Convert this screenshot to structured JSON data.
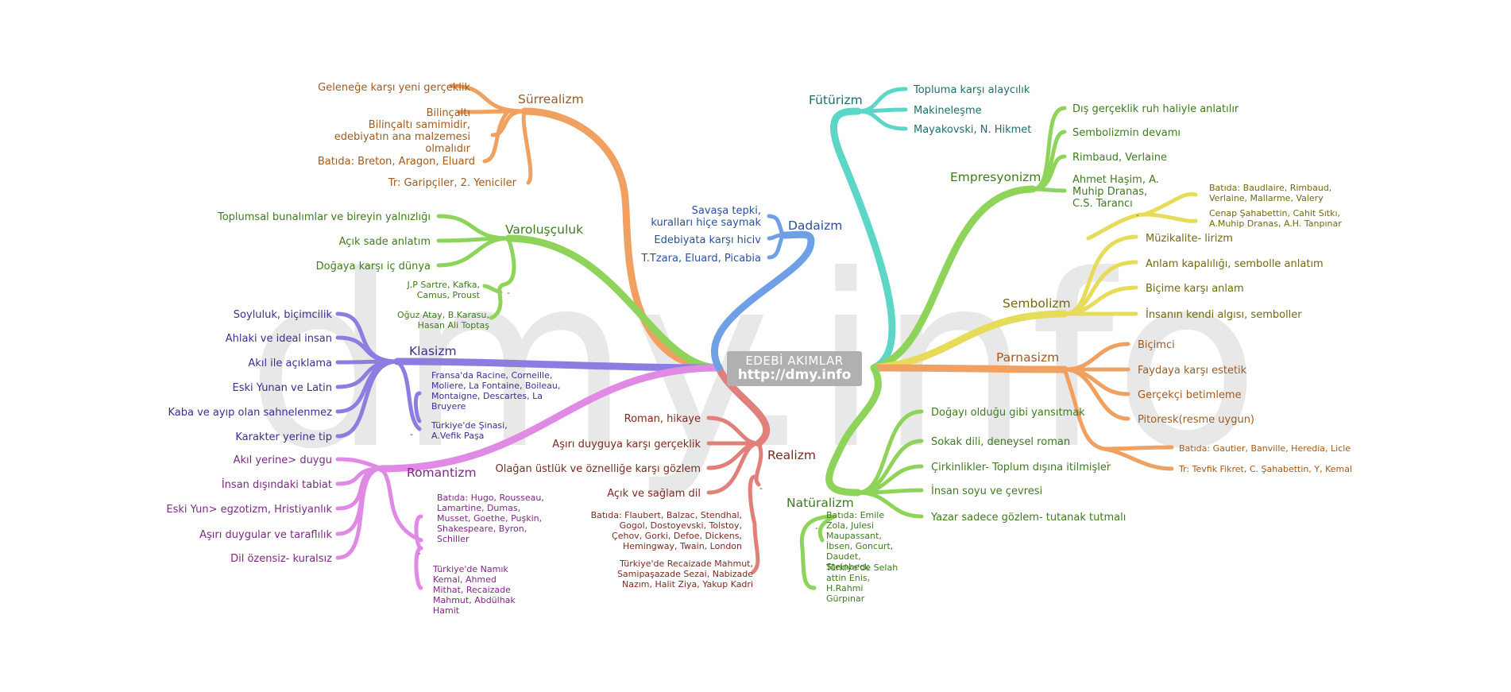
{
  "watermark": "dmy.info",
  "center": {
    "title": "EDEBİ AKIMLAR",
    "url": "http://dmy.info"
  },
  "colors": {
    "surrealizm": "#f0a060",
    "varolusculuk": "#8fd45a",
    "klasizm": "#8c7ee0",
    "romantizm": "#e08ae6",
    "realizm": "#e0807a",
    "dadaizm": "#6fa0e6",
    "futurizm": "#5cd6c6",
    "empresyonizm": "#8fd45a",
    "sembolizm": "#e6dc5a",
    "parnasizm": "#f0a060",
    "naturalizm": "#8fd45a"
  },
  "branches": {
    "surrealizm": {
      "label": "Sürrealizm",
      "items": [
        "Geleneğe karşı yeni gerçeklik",
        "Bilinçaltı",
        "Bilinçaltı samimidir,",
        "edebiyatın ana malzemesi",
        "olmalıdır",
        "Batıda: Breton, Aragon, Eluard",
        "Tr: Garipçiler, 2. Yeniciler"
      ]
    },
    "varolusculuk": {
      "label": "Varoluşçuluk",
      "items": [
        "Toplumsal bunalımlar ve bireyin yalnızlığı",
        "Açık sade anlatım",
        "Doğaya karşı iç dünya"
      ],
      "sub": [
        "J.P Sartre, Kafka,",
        "Camus, Proust",
        "Oğuz Atay, B.Karasu,",
        "Hasan Ali Toptaş"
      ],
      "dash": "-"
    },
    "klasizm": {
      "label": "Klasizm",
      "items": [
        "Soyluluk, biçimcilik",
        "Ahlaki ve ideal insan",
        "Akıl ile açıklama",
        "Eski Yunan ve Latin",
        "Kaba ve ayıp olan sahnelenmez",
        "Karakter yerine tip"
      ],
      "sub": [
        "Fransa'da Racine, Corneille,",
        "Moliere, La Fontaine, Boileau,",
        "Montaigne, Descartes, La",
        "Bruyere",
        "Türkiye'de Şinasi,",
        "A.Vefik Paşa"
      ],
      "dash": "-"
    },
    "romantizm": {
      "label": "Romantizm",
      "items": [
        "Akıl yerine> duygu",
        "İnsan dışındaki tabiat",
        "Eski Yun> egzotizm, Hristiyanlık",
        "Aşırı duygular ve taraflılık",
        "Dil özensiz- kuralsız"
      ],
      "sub": [
        "Batıda: Hugo, Rousseau,",
        "Lamartine, Dumas,",
        "Musset, Goethe, Puşkin,",
        "Shakespeare, Byron,",
        "Schiller",
        "Türkiye'de Namık",
        "Kemal, Ahmed",
        "Mithat, Recaizade",
        "Mahmut, Abdülhak",
        "Hamit"
      ],
      "dash": "-"
    },
    "realizm": {
      "label": "Realizm",
      "items": [
        "Roman, hikaye",
        "Aşırı duyguya karşı gerçeklik",
        "Olağan üstlük ve öznelliğe karşı gözlem",
        "Açık ve sağlam dil"
      ],
      "sub": [
        "Batıda: Flaubert, Balzac, Stendhal,",
        "Gogol, Dostoyevski, Tolstoy,",
        "Çehov, Gorki, Defoe, Dickens,",
        "Hemingway, Twain, London",
        "Türkiye'de Recaizade Mahmut,",
        "Samipaşazade Sezai, Nabizade",
        "Nazım, Halit Ziya, Yakup Kadri"
      ],
      "dash": "-"
    },
    "dadaizm": {
      "label": "Dadaizm",
      "items": [
        "Savaşa tepki,",
        "kuralları hiçe saymak",
        "Edebiyata karşı hiciv",
        "T.Tzara, Eluard, Picabia"
      ]
    },
    "futurizm": {
      "label": "Fütürizm",
      "items": [
        "Topluma karşı alaycılık",
        "Makineleşme",
        "Mayakovski, N. Hikmet"
      ]
    },
    "empresyonizm": {
      "label": "Empresyonizm",
      "items": [
        "Dış gerçeklik ruh haliyle anlatılır",
        "Sembolizmin devamı",
        "Rimbaud, Verlaine",
        "Ahmet Haşim, A.",
        "Muhip Dranas,",
        "C.S. Tarancı"
      ]
    },
    "sembolizm": {
      "label": "Sembolizm",
      "items": [
        "Müzikalite- lirizm",
        "Anlam kapalılığı, sembolle anlatım",
        "Biçime karşı anlam",
        "İnsanın kendi algısı, semboller"
      ],
      "sub": [
        "Batıda: Baudlaire, Rimbaud,",
        "Verlaine, Mallarme, Valery",
        "Cenap Şahabettin, Cahit Sıtkı,",
        "A.Muhip Dranas, A.H. Tanpınar"
      ],
      "dash": "-"
    },
    "parnasizm": {
      "label": "Parnasizm",
      "items": [
        "Biçimci",
        "Faydaya karşı estetik",
        "Gerçekçi betimleme",
        "Pitoresk(resme uygun)"
      ],
      "sub": [
        "Batıda: Gautier, Banville, Heredia, Licle",
        "Tr: Tevfik Fikret, C. Şahabettin, Y, Kemal"
      ],
      "dash": "-"
    },
    "naturalizm": {
      "label": "Natüralizm",
      "items": [
        "Doğayı olduğu gibi yansıtmak",
        "Sokak dili, deneysel roman",
        "Çirkinlikler- Toplum dışına itilmişler",
        "İnsan soyu ve çevresi",
        "Yazar sadece gözlem- tutanak tutmalı"
      ],
      "sub": [
        "Batıda: Emile",
        "Zola, Julesi",
        "Maupassant,",
        "İbsen, Goncurt,",
        "Daudet,",
        "Steinbeck",
        "Türkiye'de Selah",
        "attin Enis,",
        "H.Rahmi",
        "Gürpınar"
      ],
      "dash": "-"
    }
  }
}
